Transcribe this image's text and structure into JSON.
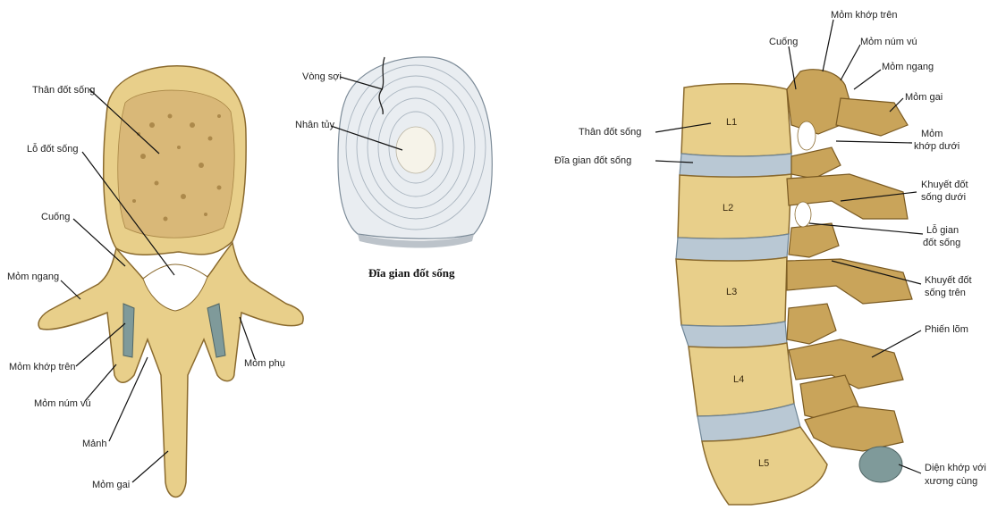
{
  "panel_vertebra_top": {
    "labels": {
      "than_dot_song": "Thân đốt sống",
      "lo_dot_song": "Lỗ đốt sống",
      "cuong": "Cuống",
      "mom_ngang": "Mỏm ngang",
      "mom_khop_tren": "Mỏm khớp trên",
      "mom_num_vu": "Mỏm núm vú",
      "manh": "Mảnh",
      "mom_gai": "Mỏm gai",
      "mom_phu": "Mỏm phụ"
    }
  },
  "panel_disc": {
    "labels": {
      "vong_soi": "Vòng sợi",
      "nhan_tuy": "Nhân tủy"
    },
    "caption": "Đĩa gian đốt sống"
  },
  "panel_lumbar_column": {
    "vertebra_tags": [
      "L1",
      "L2",
      "L3",
      "L4",
      "L5"
    ],
    "labels": {
      "than_dot_song": "Thân đốt sống",
      "dia_gian_dot_song": "Đĩa gian đốt sống",
      "cuong": "Cuống",
      "mom_khop_tren": "Mỏm khớp trên",
      "mom_num_vu": "Mỏm núm vú",
      "mom_ngang": "Mỏm ngang",
      "mom_gai": "Mỏm gai",
      "mom_khop_duoi_1": "Mỏm",
      "mom_khop_duoi_2": "khớp dưới",
      "khuyet_duoi_1": "Khuyết đốt",
      "khuyet_duoi_2": "sống dưới",
      "lo_gian_1": "Lỗ gian",
      "lo_gian_2": "đốt sống",
      "khuyet_tren_1": "Khuyết đốt",
      "khuyet_tren_2": "sống trên",
      "phien_lom": "Phiến lõm",
      "dien_khop_1": "Diện khớp với",
      "dien_khop_2": "xương cùng"
    }
  }
}
